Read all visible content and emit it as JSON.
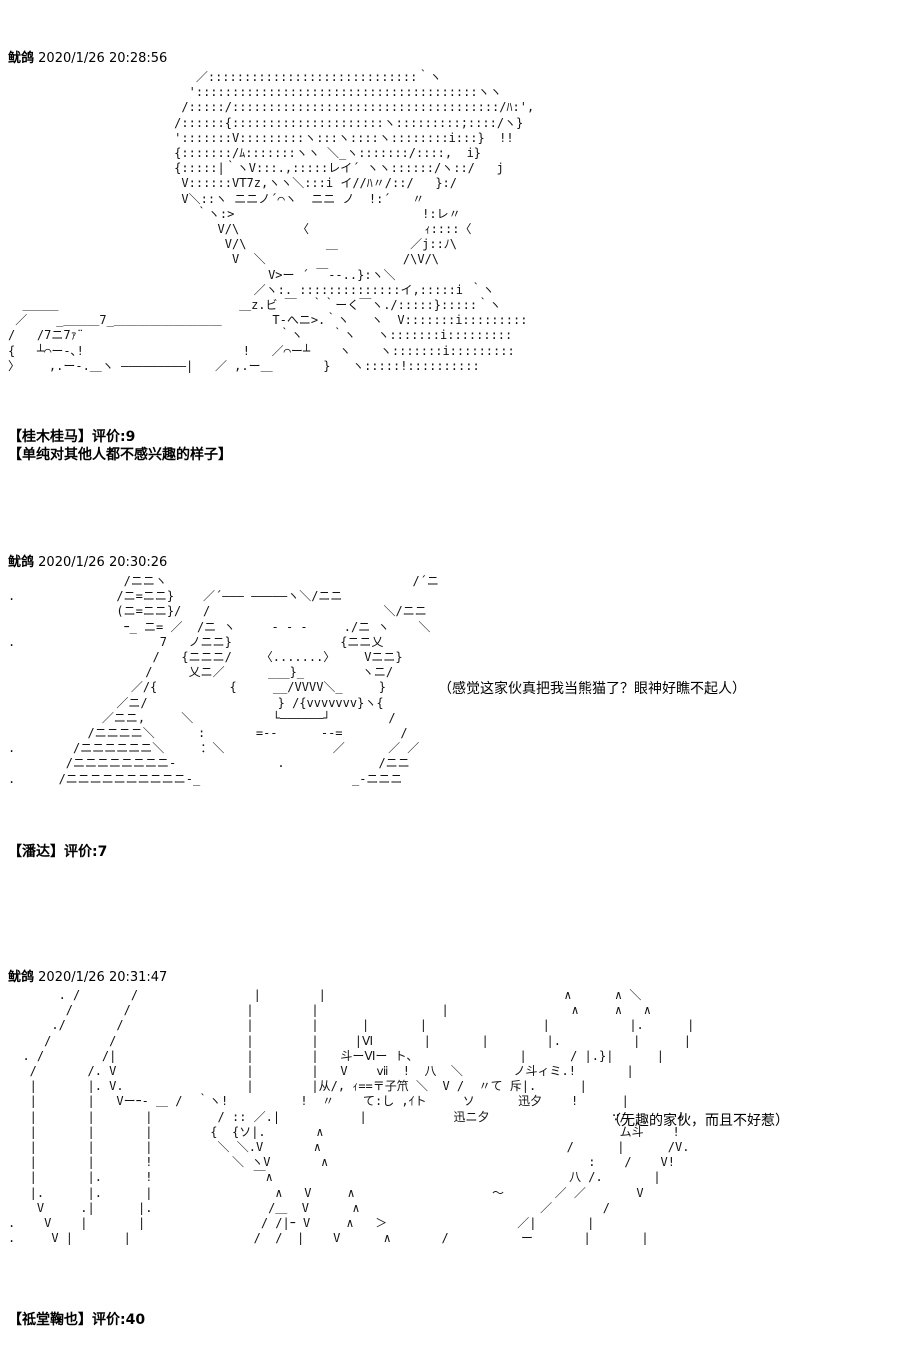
{
  "posts": [
    {
      "author": "鱿鸽",
      "timestamp": "2020/1/26 20:28:56",
      "art": "                          ／:::::::::::::::::::::::::::::｀ヽ\n                         ':::::::::::::::::::::::::::::::::::::::ヽヽ\n                        /:::::/:::::::::::::::::::::::::::::::::::::/ﾊ:',\n                       /::::::{:::::::::::::::::::::ヽ:::::::::;::::/ヽ}\n                       ':::::::V:::::::::ヽ:::ヽ::::ヽ::::::::i:::}  !!\n                       {:::::::/ﾑ:::::::ヽヽ ＼_ヽ:::::::/::::,  i}\n                       {:::::|｀ヽV:::.,:::::レイ´ ヽヽ::::::/ヽ::/   j\n                        V::::::V𝖳7z,ヽヽ＼:::i イ//ﾊ〃/::/   }:/\n                        V＼::ヽ ニニノ´⌒ヽ  ニニ ノ  !:´   〃\n                          ｀ヽ:>                          !:レ〃\n                             V/\\        〈                ｨ::::〈\n                              V/\\           ＿          ／j::ﾉ\\\n                               V  ＼                   /\\V/\\\n                                    V>ー ´ ￣--..}:ヽ＼\n                                  ／ヽ:. ::::::::::::::イ,:::::i ｀ヽ\n  ＿＿＿                         ＿z.ビ ￣  ｀｀ーく￣ヽ./:::::}:::::｀ヽ\n ／    _＿＿＿7_＿＿＿＿＿＿＿＿＿       T-へニ>.｀ヽ   ヽ  V:::::::i:::::::::\n/   /7ニ7ｧ¨                           ｀ヽ    ｀ヽ   ヽ:::::::i:::::::::\n{   ┴⌒ー-､!                      !   ／⌒ー┴    ヽ    ヽ:::::::i:::::::::\n〉    ,.ー-.＿ヽ ―――――――――|   ／ ,.ー＿       }   ヽ:::::!::::::::::"
    },
    {
      "author": "鱿鸽",
      "timestamp": "2020/1/26 20:30:26",
      "art": "                /ニニヽ                                  /´ニ\n.              /ニ=ニニ}    ／´――― ―――――ヽ＼/ニニ\n               (ニ=ニニ}/   /                        ＼/ニニ\n                ｰ_ ニ= ／  /ニ ヽ     - - -     ./ニ ヽ    ＼\n.                    7   ノニニ}               {ニニ乂\n                    /   {ニニニ/    〈.......〉    Vニニ}\n                   /     乂ニ／      ___}_        ヽニ/\n                 ／/{          {     __/VVVV＼_     }\n               ／ニ/                  } /{vvvvvvv}ヽ{\n             ／ニニ,     ＼           └――――――┘        /\n           /ニニニニ＼      :       =--      --=        /\n.        /ニニニニニニ＼     ：＼               ／      ／ ／\n        /ニニニニニニニニ-              .             /ニニ\n.      /ニニニニニニニニニニ-_                     _-ニニニ"
    },
    {
      "author": "鱿鸽",
      "timestamp": "2020/1/26 20:31:47",
      "art": "       . /       /                |        |                                 ∧      ∧ ＼\n        /       /                |        |                 |                 ∧     ∧   ∧\n      ./       /                 |        |      |       |                |           |.      |\n     /        /                  |        |     |Ⅵ       |       |        |.          |      |\n  . /        /|                  |        |   斗ーⅥー ト、              |      / |.}|      |\n   /       /. V                  |        |   V    ⅶ  !  八  ＼       ノ斗ィミ.!       |\n   |       |. V.                 |        |从/, ｨ==〒子笊 ＼  V /  〃て 斥|.      |\n   |       |   Vーｰ- ＿ /  ｀ヽ!          !  〃    て:し ,ｲト     ソ      迅夕    !      |\n   |       |       |         / :: ／.|           |            迅ニ夕                 ∵/       !\n   |       |       |        {  {ソ|.       ∧                                         ム斗    !\n   |       |       |         ＼ ＼.V       ∧                                  /      |      /V.\n   |       |       !           ＼ ヽV       ∧                                    :    /    V!\n   |       |.      !              ￣∧                                         八 /.       |\n   |.      |.      |                 ∧   V     ∧                   ～       ／ ／       V\n    V     .|      |.                /＿  V      ∧                         ／       /\n.    V    |       |                / /|ｰ V     ∧   ＞                  ／|       |\n.     V |       |                 /  /  |    V      ∧       /          ー       |       |"
    }
  ],
  "captions": [
    {
      "name_bracket": "【桂木桂马】",
      "rating_label": "评价:9"
    },
    {
      "comment": "【单纯对其他人都不感兴趣的样子】"
    },
    {
      "name_bracket": "【潘达】",
      "rating_label": "评价:7"
    },
    {
      "name_bracket": "【祗堂鞠也】",
      "rating_label": "评价:40"
    }
  ],
  "side_comments": [
    "（感觉这家伙真把我当熊猫了？眼神好瞧不起人）",
    "（无趣的家伙，而且不好惹）"
  ]
}
